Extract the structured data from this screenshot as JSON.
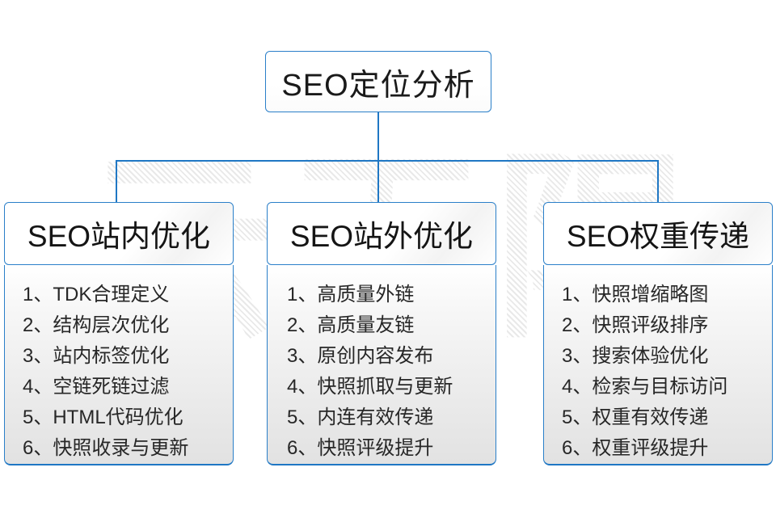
{
  "diagram": {
    "root": {
      "label": "SEO定位分析"
    },
    "watermark": "云无限",
    "colors": {
      "border": "#2a7fc9",
      "connector": "#1f77c4",
      "text": "#1a1a1a",
      "body_text": "#272727",
      "background": "#ffffff"
    },
    "columns": [
      {
        "header": "SEO站内优化",
        "items": [
          "1、TDK合理定义",
          "2、结构层次优化",
          "3、站内标签优化",
          "4、空链死链过滤",
          "5、HTML代码优化",
          "6、快照收录与更新"
        ]
      },
      {
        "header": "SEO站外优化",
        "items": [
          "1、高质量外链",
          "2、高质量友链",
          "3、原创内容发布",
          "4、快照抓取与更新",
          "5、内连有效传递",
          "6、快照评级提升"
        ]
      },
      {
        "header": "SEO权重传递",
        "items": [
          "1、快照增缩略图",
          "2、快照评级排序",
          "3、搜索体验优化",
          "4、检索与目标访问",
          "5、权重有效传递",
          "6、权重评级提升"
        ]
      }
    ]
  }
}
